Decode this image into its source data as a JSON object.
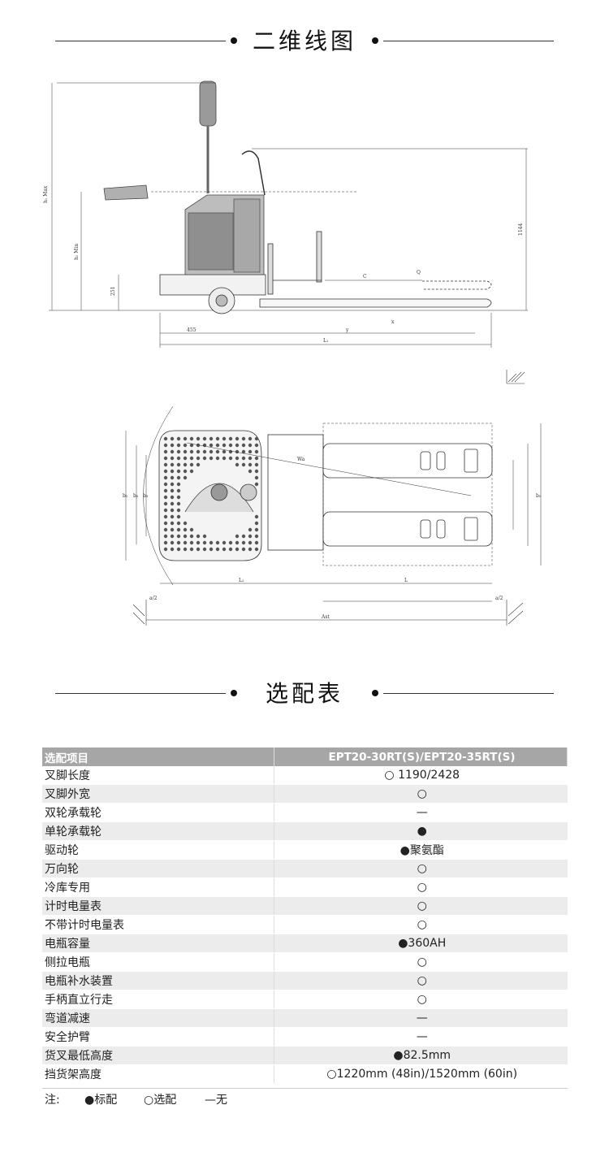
{
  "sections": {
    "drawing_title": "二维线图",
    "table_title": "选配表"
  },
  "drawing_labels": {
    "h_max": "h₁ Max",
    "h_min": "h₁ Min",
    "d251": "251",
    "d455": "455",
    "l1": "L₁",
    "y": "y",
    "x": "x",
    "c": "C",
    "q": "Q",
    "d1144": "1144",
    "wa": "Wa",
    "l2": "L₂",
    "l": "L",
    "b1": "b₁",
    "b2": "b₂",
    "b3": "b₃",
    "b5": "b₅",
    "ast": "Ast",
    "a2_left": "a/2",
    "a2_right": "a/2"
  },
  "table": {
    "header": [
      "选配项目",
      "EPT20-30RT(S)/EPT20-35RT(S)"
    ],
    "rows": [
      [
        "叉脚长度",
        "○ 1190/2428"
      ],
      [
        "叉脚外宽",
        "○"
      ],
      [
        "双轮承载轮",
        "—"
      ],
      [
        "单轮承载轮",
        "●"
      ],
      [
        "驱动轮",
        "●聚氨酯"
      ],
      [
        "万向轮",
        "○"
      ],
      [
        "冷库专用",
        "○"
      ],
      [
        "计时电量表",
        "○"
      ],
      [
        "不带计时电量表",
        "○"
      ],
      [
        "电瓶容量",
        "●360AH"
      ],
      [
        "侧拉电瓶",
        "○"
      ],
      [
        "电瓶补水装置",
        "○"
      ],
      [
        "手柄直立行走",
        "○"
      ],
      [
        "弯道减速",
        "—"
      ],
      [
        "安全护臂",
        "—"
      ],
      [
        "货叉最低高度",
        "●82.5mm"
      ],
      [
        "挡货架高度",
        "○1220mm (48in)/1520mm (60in)"
      ]
    ],
    "note": {
      "label": "注:",
      "standard": "●标配",
      "optional": "○选配",
      "none": "—无"
    }
  }
}
